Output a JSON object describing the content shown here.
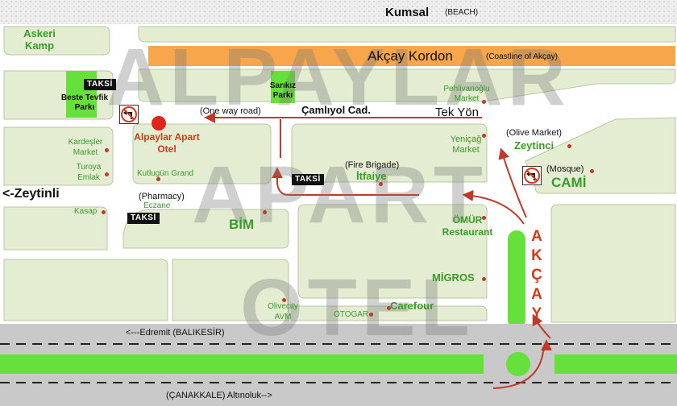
{
  "beach": {
    "name": "Kumsal",
    "sub": "(BEACH)"
  },
  "coastline": {
    "name": "Akçay Kordon",
    "sub": "(Coastline of Akçay)"
  },
  "places": {
    "askeri_kamp": "Askeri Kamp",
    "beste_tevfik": "Beste Tevfik Parkı",
    "sarikiz": "Sarıkız Parkı",
    "pehlivanoglu": "Pehlivanoğlu Market",
    "olive_market_en": "(Olive Market)",
    "olive_market": "Zeytinci",
    "mosque_en": "(Mosque)",
    "mosque": "CAMİ",
    "yenicag": "Yeniçağ Market",
    "fire_en": "(Fire Brigade)",
    "fire": "İtfaiye",
    "kardesler": "Kardeşler Market",
    "turoya": "Turoya Emlak",
    "kutlugun": "Kutlugün Grand",
    "pharmacy_en": "(Pharmacy)",
    "pharmacy": "Eczane",
    "kasap": "Kasap",
    "bim": "BİM",
    "omur": "ÖMÜR Restaurant",
    "migros": "MİGROS",
    "olivecity": "Olivecity AVM",
    "otogar": "OTOGAR",
    "carefour": "Carefour"
  },
  "hotel": "Alpaylar Apart Otel",
  "roads": {
    "one_way": "(One way road)",
    "camliyol": "Çamlıyol Cad.",
    "tek_yon": "Tek Yön",
    "zeytinli": "<-Zeytinli",
    "akcay": "AKÇAY",
    "edremit": "<---Edremit (BALIKESİR)",
    "canakkale": "(ÇANAKKALE) Altınoluk-->"
  },
  "taxi_label": "TAKSİ",
  "watermark": [
    "ALPAYLAR",
    "APART",
    "OTEL"
  ],
  "colors": {
    "road": "#ffffff",
    "block": "#e4edd1",
    "sea": "#f7a64b",
    "park": "#66e03a",
    "highway": "#c9c9c9",
    "route": "#c0392b"
  }
}
